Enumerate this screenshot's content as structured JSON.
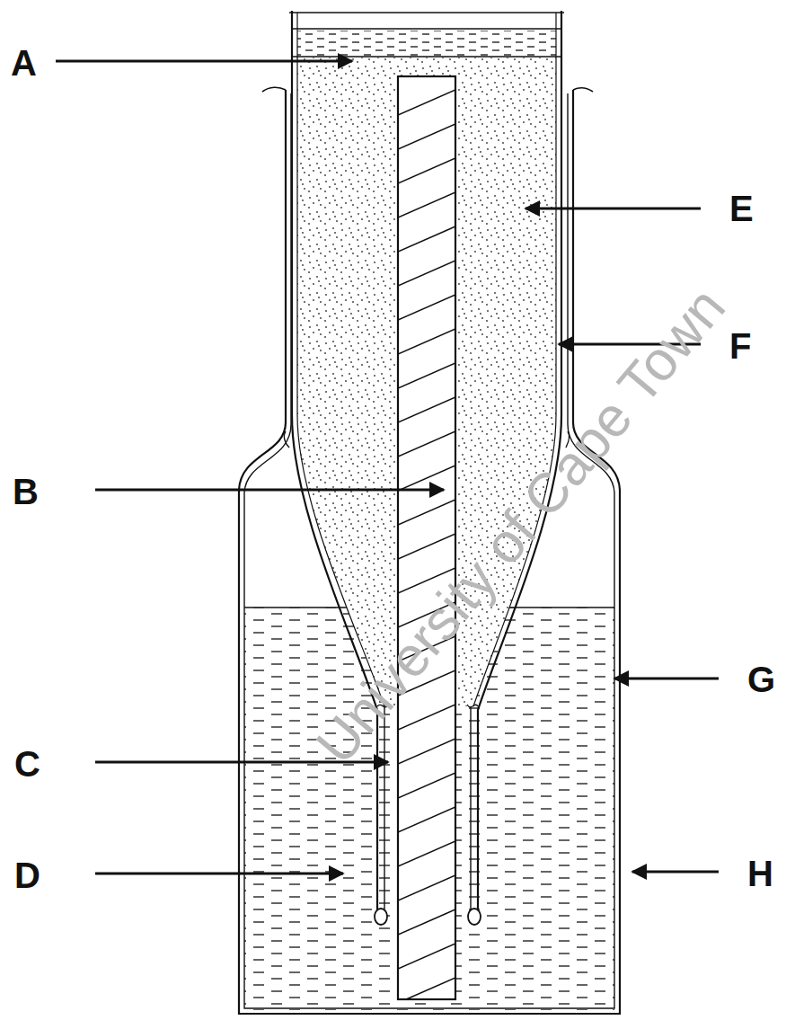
{
  "diagram": {
    "labels": [
      "A",
      "B",
      "C",
      "D",
      "E",
      "F",
      "G",
      "H",
      "University of Cape Town"
    ]
  }
}
